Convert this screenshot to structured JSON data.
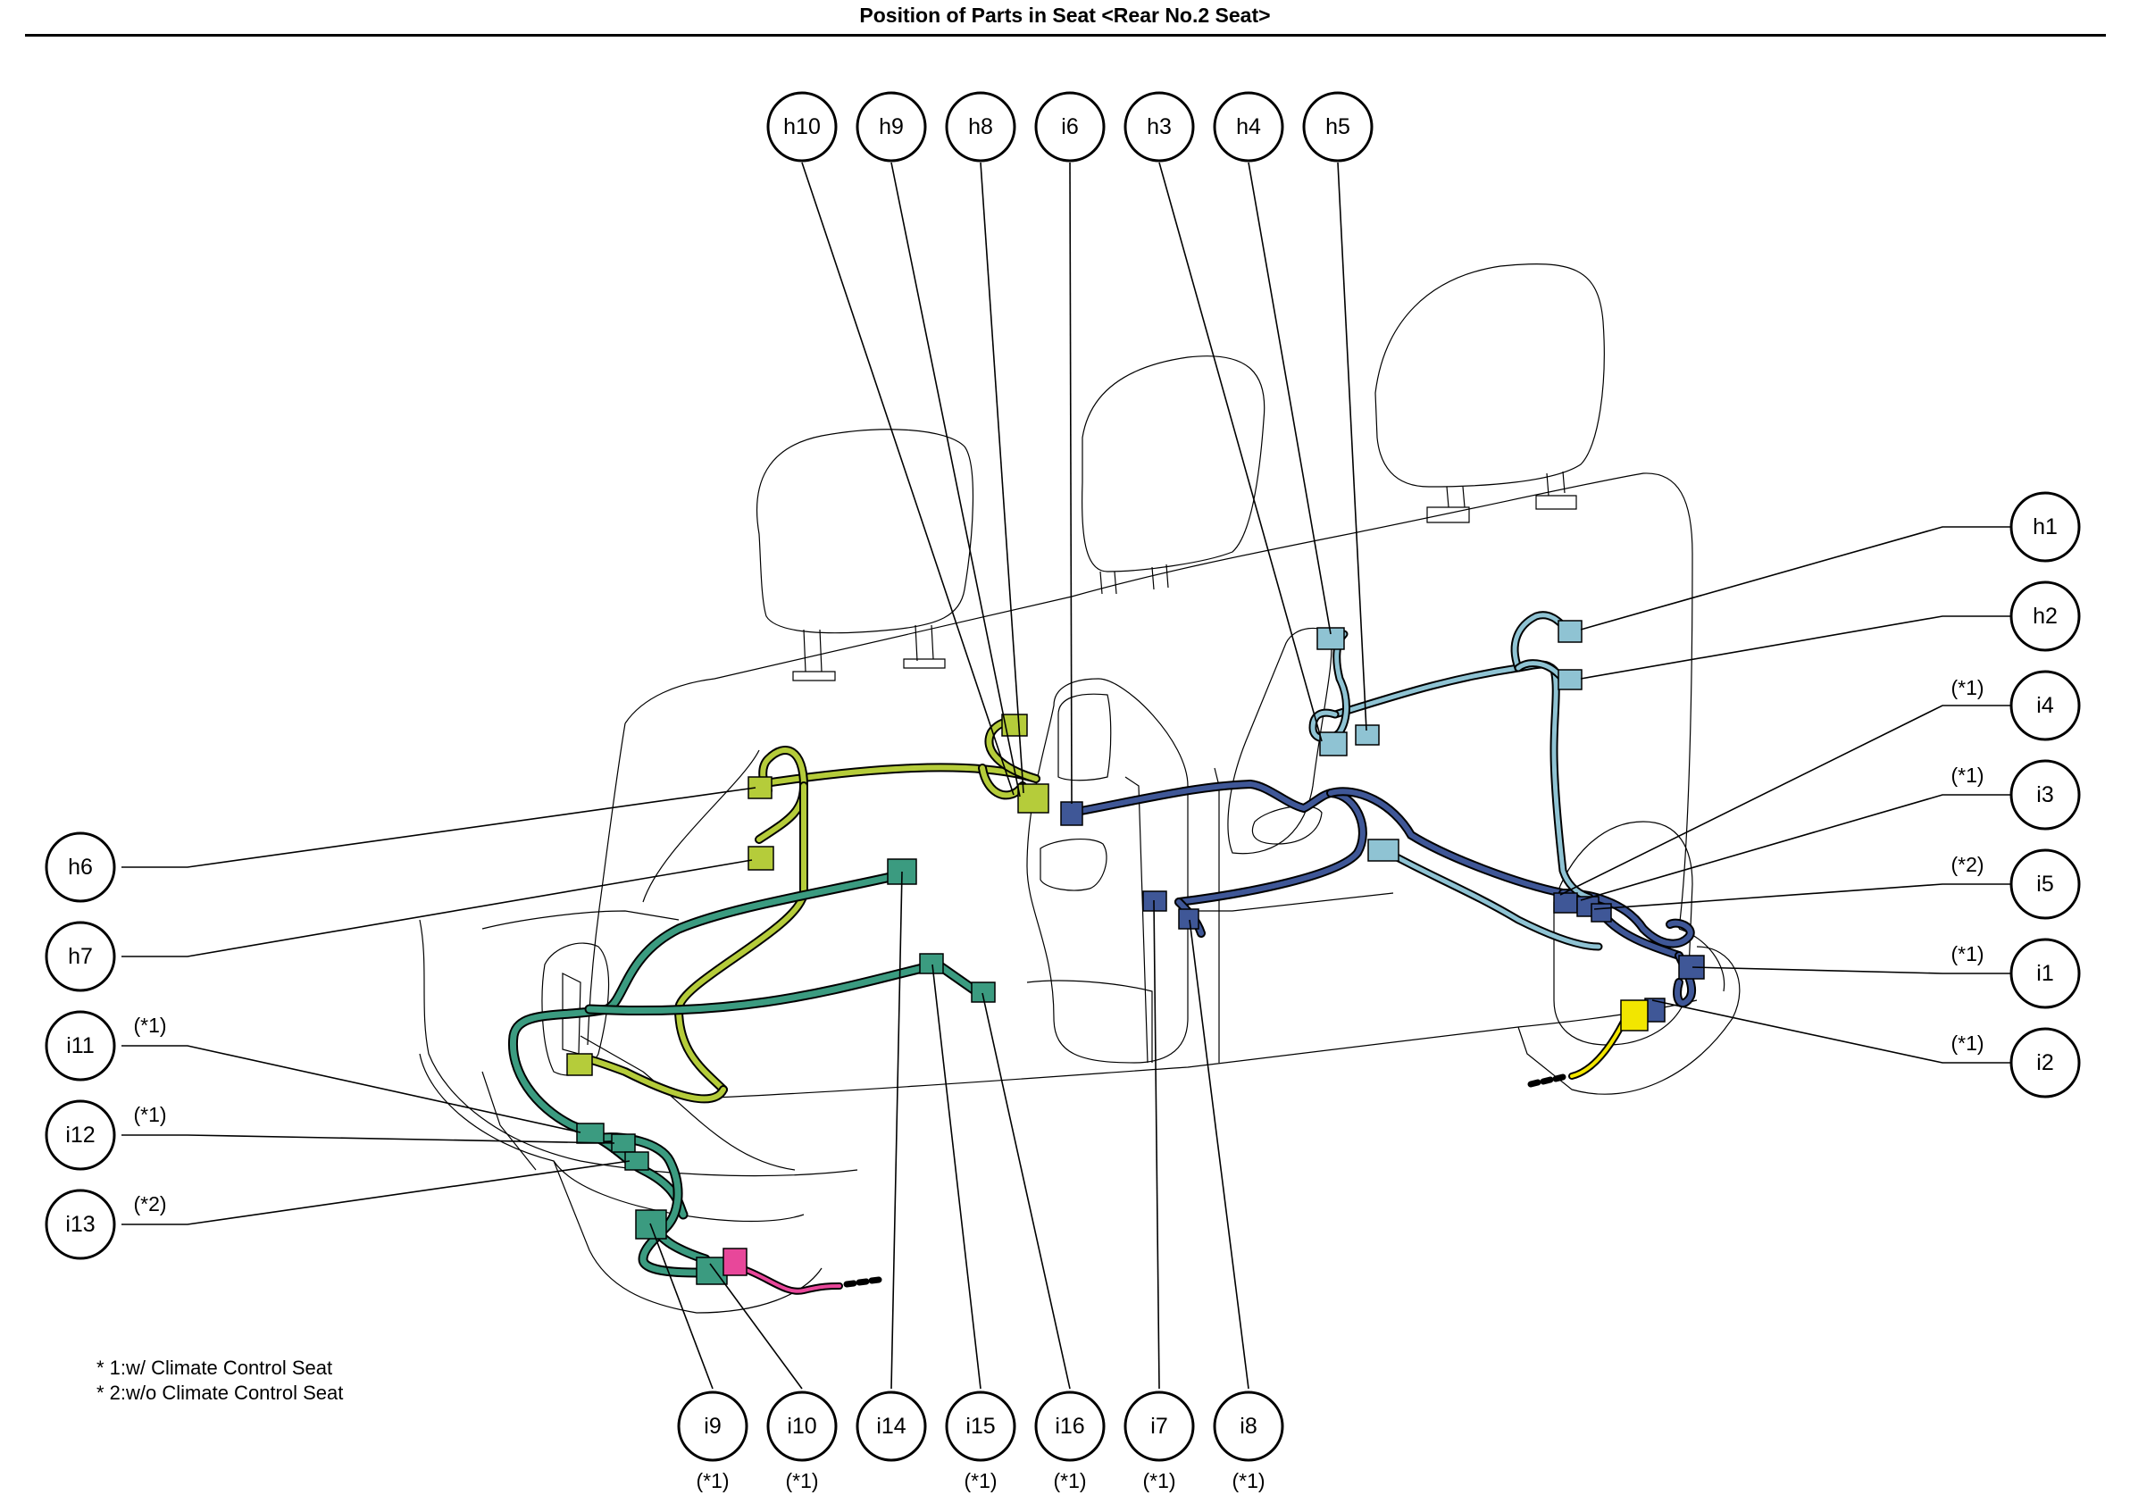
{
  "title": "Position of Parts in Seat <Rear No.2 Seat>",
  "notes": [
    "* 1:w/ Climate Control Seat",
    "* 2:w/o Climate Control Seat"
  ],
  "colors": {
    "harness_green_yellow": "#b5cc3a",
    "harness_teal": "#3b9b80",
    "harness_navy": "#3f5797",
    "harness_light_blue": "#8fc3d3",
    "connector_pink": "#e8479a",
    "connector_yellow": "#f2e600",
    "outline": "#000000"
  },
  "callouts": [
    {
      "id": "h10",
      "label": "h10",
      "qualifier": ""
    },
    {
      "id": "h9",
      "label": "h9",
      "qualifier": ""
    },
    {
      "id": "h8",
      "label": "h8",
      "qualifier": ""
    },
    {
      "id": "i6",
      "label": "i6",
      "qualifier": ""
    },
    {
      "id": "h3",
      "label": "h3",
      "qualifier": ""
    },
    {
      "id": "h4",
      "label": "h4",
      "qualifier": ""
    },
    {
      "id": "h5",
      "label": "h5",
      "qualifier": ""
    },
    {
      "id": "h1",
      "label": "h1",
      "qualifier": ""
    },
    {
      "id": "h2",
      "label": "h2",
      "qualifier": ""
    },
    {
      "id": "i4",
      "label": "i4",
      "qualifier": "(*1)"
    },
    {
      "id": "i3",
      "label": "i3",
      "qualifier": "(*1)"
    },
    {
      "id": "i5",
      "label": "i5",
      "qualifier": "(*2)"
    },
    {
      "id": "i1",
      "label": "i1",
      "qualifier": "(*1)"
    },
    {
      "id": "i2",
      "label": "i2",
      "qualifier": "(*1)"
    },
    {
      "id": "h6",
      "label": "h6",
      "qualifier": ""
    },
    {
      "id": "h7",
      "label": "h7",
      "qualifier": ""
    },
    {
      "id": "i11",
      "label": "i11",
      "qualifier": "(*1)"
    },
    {
      "id": "i12",
      "label": "i12",
      "qualifier": "(*1)"
    },
    {
      "id": "i13",
      "label": "i13",
      "qualifier": "(*2)"
    },
    {
      "id": "i9",
      "label": "i9",
      "qualifier": "(*1)"
    },
    {
      "id": "i10",
      "label": "i10",
      "qualifier": "(*1)"
    },
    {
      "id": "i14",
      "label": "i14",
      "qualifier": ""
    },
    {
      "id": "i15",
      "label": "i15",
      "qualifier": "(*1)"
    },
    {
      "id": "i16",
      "label": "i16",
      "qualifier": "(*1)"
    },
    {
      "id": "i7",
      "label": "i7",
      "qualifier": "(*1)"
    },
    {
      "id": "i8",
      "label": "i8",
      "qualifier": "(*1)"
    }
  ]
}
